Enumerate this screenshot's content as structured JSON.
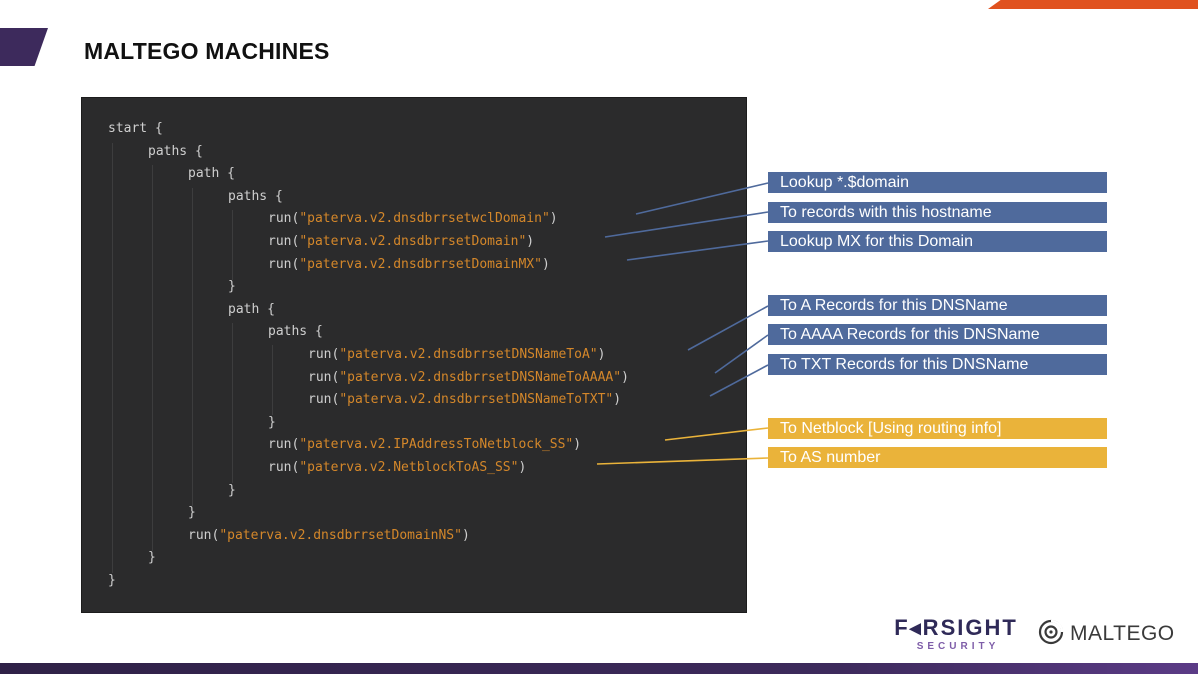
{
  "slide": {
    "title": "MALTEGO MACHINES"
  },
  "code": {
    "lines": [
      {
        "indent": 0,
        "pre": "start {",
        "str": "",
        "post": ""
      },
      {
        "indent": 1,
        "pre": "paths {",
        "str": "",
        "post": ""
      },
      {
        "indent": 2,
        "pre": "path {",
        "str": "",
        "post": ""
      },
      {
        "indent": 3,
        "pre": "paths {",
        "str": "",
        "post": ""
      },
      {
        "indent": 4,
        "pre": "run(",
        "str": "\"paterva.v2.dnsdbrrsetwclDomain\"",
        "post": ")"
      },
      {
        "indent": 4,
        "pre": "run(",
        "str": "\"paterva.v2.dnsdbrrsetDomain\"",
        "post": ")"
      },
      {
        "indent": 4,
        "pre": "run(",
        "str": "\"paterva.v2.dnsdbrrsetDomainMX\"",
        "post": ")"
      },
      {
        "indent": 3,
        "pre": "}",
        "str": "",
        "post": ""
      },
      {
        "indent": 3,
        "pre": "path {",
        "str": "",
        "post": ""
      },
      {
        "indent": 4,
        "pre": "paths {",
        "str": "",
        "post": ""
      },
      {
        "indent": 5,
        "pre": "run(",
        "str": "\"paterva.v2.dnsdbrrsetDNSNameToA\"",
        "post": ")"
      },
      {
        "indent": 5,
        "pre": "run(",
        "str": "\"paterva.v2.dnsdbrrsetDNSNameToAAAA\"",
        "post": ")"
      },
      {
        "indent": 5,
        "pre": "run(",
        "str": "\"paterva.v2.dnsdbrrsetDNSNameToTXT\"",
        "post": ")"
      },
      {
        "indent": 4,
        "pre": "}",
        "str": "",
        "post": ""
      },
      {
        "indent": 4,
        "pre": "run(",
        "str": "\"paterva.v2.IPAddressToNetblock_SS\"",
        "post": ")"
      },
      {
        "indent": 4,
        "pre": "run(",
        "str": "\"paterva.v2.NetblockToAS_SS\"",
        "post": ")"
      },
      {
        "indent": 3,
        "pre": "}",
        "str": "",
        "post": ""
      },
      {
        "indent": 2,
        "pre": "}",
        "str": "",
        "post": ""
      },
      {
        "indent": 2,
        "pre": "run(",
        "str": "\"paterva.v2.dnsdbrrsetDomainNS\"",
        "post": ")"
      },
      {
        "indent": 1,
        "pre": "}",
        "str": "",
        "post": ""
      },
      {
        "indent": 0,
        "pre": "}",
        "str": "",
        "post": ""
      }
    ]
  },
  "callouts": [
    {
      "text": "Lookup *.$domain",
      "color": "#4f6a9c"
    },
    {
      "text": "To records with this hostname",
      "color": "#4f6a9c"
    },
    {
      "text": "Lookup MX for this Domain",
      "color": "#4f6a9c"
    },
    {
      "text": "To A Records for this DNSName",
      "color": "#4f6a9c"
    },
    {
      "text": "To AAAA Records for this DNSName",
      "color": "#4f6a9c"
    },
    {
      "text": "To TXT Records for this DNSName",
      "color": "#4f6a9c"
    },
    {
      "text": "To Netblock [Using routing info]",
      "color": "#eab33a"
    },
    {
      "text": "To AS number",
      "color": "#eab33a"
    }
  ],
  "logos": {
    "farsight": {
      "name": "F◂RSIGHT",
      "sub": "SECURITY"
    },
    "maltego": {
      "name": "MALTEGO",
      "icon": "maltego-swirl-icon"
    }
  },
  "colors": {
    "accent_purple": "#3d2a5c",
    "accent_orange": "#e0521f",
    "code_string": "#d4872a",
    "callout_blue": "#4f6a9c",
    "callout_gold": "#eab33a"
  }
}
